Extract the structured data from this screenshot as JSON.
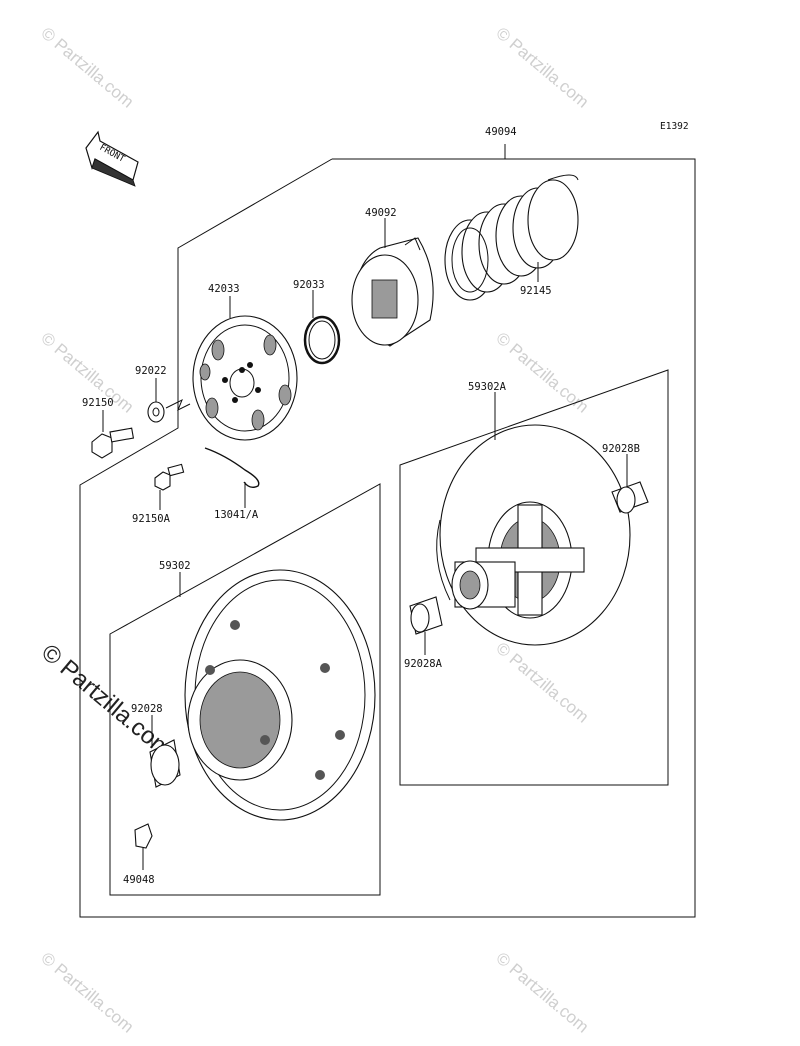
{
  "diagram": {
    "code": "E1392",
    "front_label": "FRONT",
    "watermark": "© Partzilla.com",
    "parts": {
      "p49094": "49094",
      "p49092": "49092",
      "p92145": "92145",
      "p42033": "42033",
      "p92033": "92033",
      "p92022": "92022",
      "p92150": "92150",
      "p92150A": "92150A",
      "p13041A": "13041/A",
      "p59302A": "59302A",
      "p92028B": "92028B",
      "p92028A": "92028A",
      "p59302": "59302",
      "p92028": "92028",
      "p49048": "49048"
    }
  }
}
